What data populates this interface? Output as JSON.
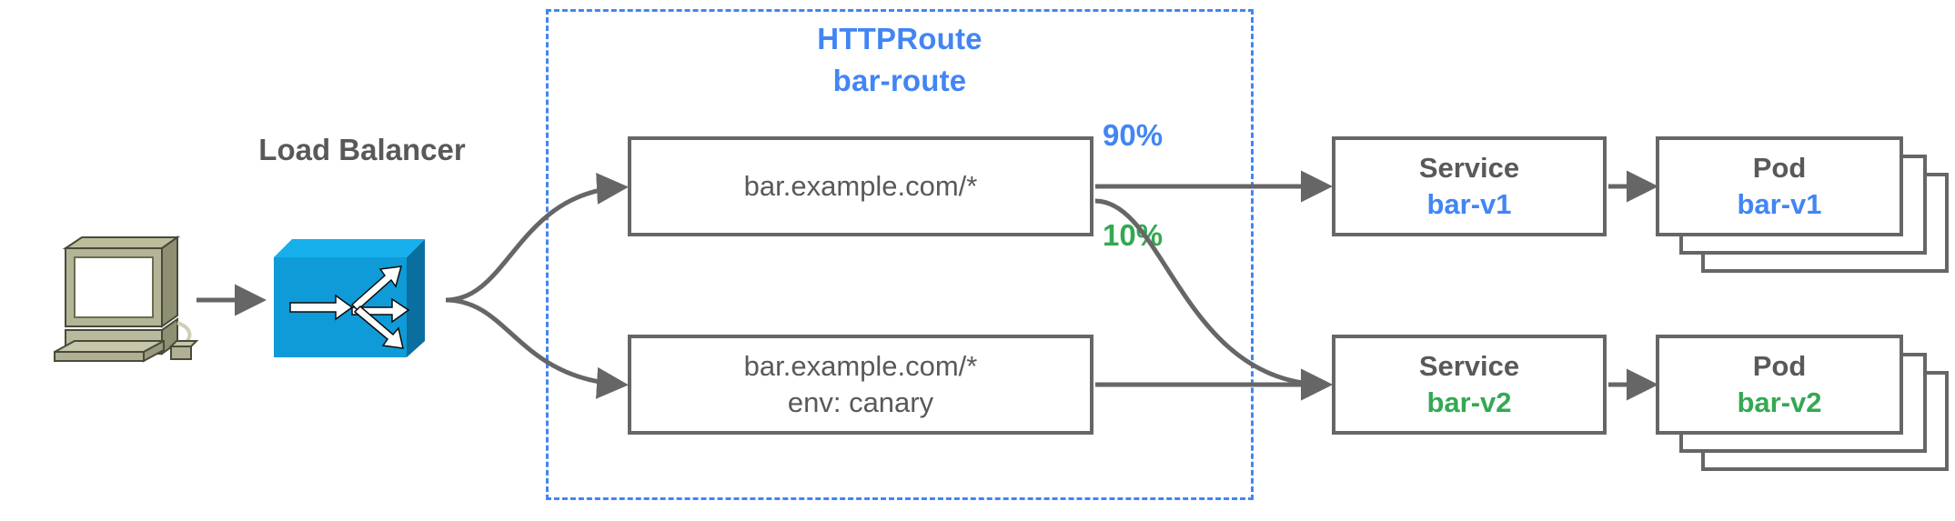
{
  "diagram": {
    "title": "HTTPRoute traffic splitting canary diagram",
    "colors": {
      "blue": "#4285f4",
      "green": "#34a853",
      "gray": "#666666",
      "text_gray": "#595959",
      "lb_blue": "#0f9bd7",
      "computer_beige": "#a8a88c"
    }
  },
  "client": {
    "icon": "computer-icon",
    "label": ""
  },
  "load_balancer": {
    "label": "Load Balancer",
    "icon": "load-balancer-switch-icon"
  },
  "httproute": {
    "kind_label": "HTTPRoute",
    "name_label": "bar-route",
    "rules": [
      {
        "id": "primary",
        "line1": "bar.example.com/*",
        "line2": "",
        "weight_label": "90%",
        "weight_color": "#4285f4"
      },
      {
        "id": "canary",
        "line1": "bar.example.com/*",
        "line2": "env: canary",
        "weight_label": "10%",
        "weight_color": "#34a853"
      }
    ]
  },
  "backends": [
    {
      "id": "v1",
      "service": {
        "kind": "Service",
        "name": "bar-v1",
        "color": "#4285f4"
      },
      "pod": {
        "kind": "Pod",
        "name": "bar-v1",
        "color": "#4285f4",
        "replicas": 3
      }
    },
    {
      "id": "v2",
      "service": {
        "kind": "Service",
        "name": "bar-v2",
        "color": "#34a853"
      },
      "pod": {
        "kind": "Pod",
        "name": "bar-v2",
        "color": "#34a853",
        "replicas": 3
      }
    }
  ],
  "weights": {
    "primary": "90%",
    "canary": "10%"
  }
}
